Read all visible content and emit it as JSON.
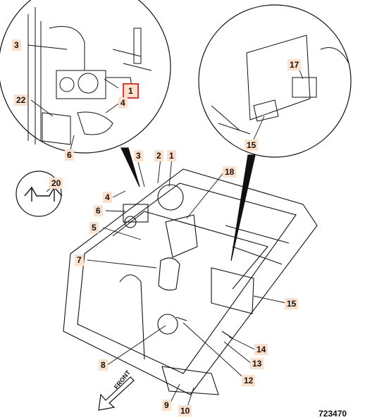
{
  "callouts": [
    {
      "id": "1",
      "text": "1",
      "selected": true
    },
    {
      "id": "3",
      "text": "3"
    },
    {
      "id": "4",
      "text": "4"
    },
    {
      "id": "6",
      "text": "6"
    },
    {
      "id": "22",
      "text": "22"
    },
    {
      "id": "17",
      "text": "17"
    },
    {
      "id": "15",
      "text": "15"
    },
    {
      "id": "20",
      "text": "20"
    },
    {
      "id": "3b",
      "text": "3"
    },
    {
      "id": "2",
      "text": "2"
    },
    {
      "id": "1b",
      "text": "1"
    },
    {
      "id": "18",
      "text": "18"
    },
    {
      "id": "4b",
      "text": "4"
    },
    {
      "id": "6b",
      "text": "6"
    },
    {
      "id": "5",
      "text": "5"
    },
    {
      "id": "7",
      "text": "7"
    },
    {
      "id": "15b",
      "text": "15"
    },
    {
      "id": "8",
      "text": "8"
    },
    {
      "id": "14",
      "text": "14"
    },
    {
      "id": "13",
      "text": "13"
    },
    {
      "id": "12",
      "text": "12"
    },
    {
      "id": "9",
      "text": "9"
    },
    {
      "id": "10",
      "text": "10"
    }
  ],
  "front_arrow_label": "FRONT",
  "figure_ref": "723470",
  "colors": {
    "callout_fill": "#fbe0cc",
    "selected_border": "#e0383b",
    "line": "#111111"
  }
}
